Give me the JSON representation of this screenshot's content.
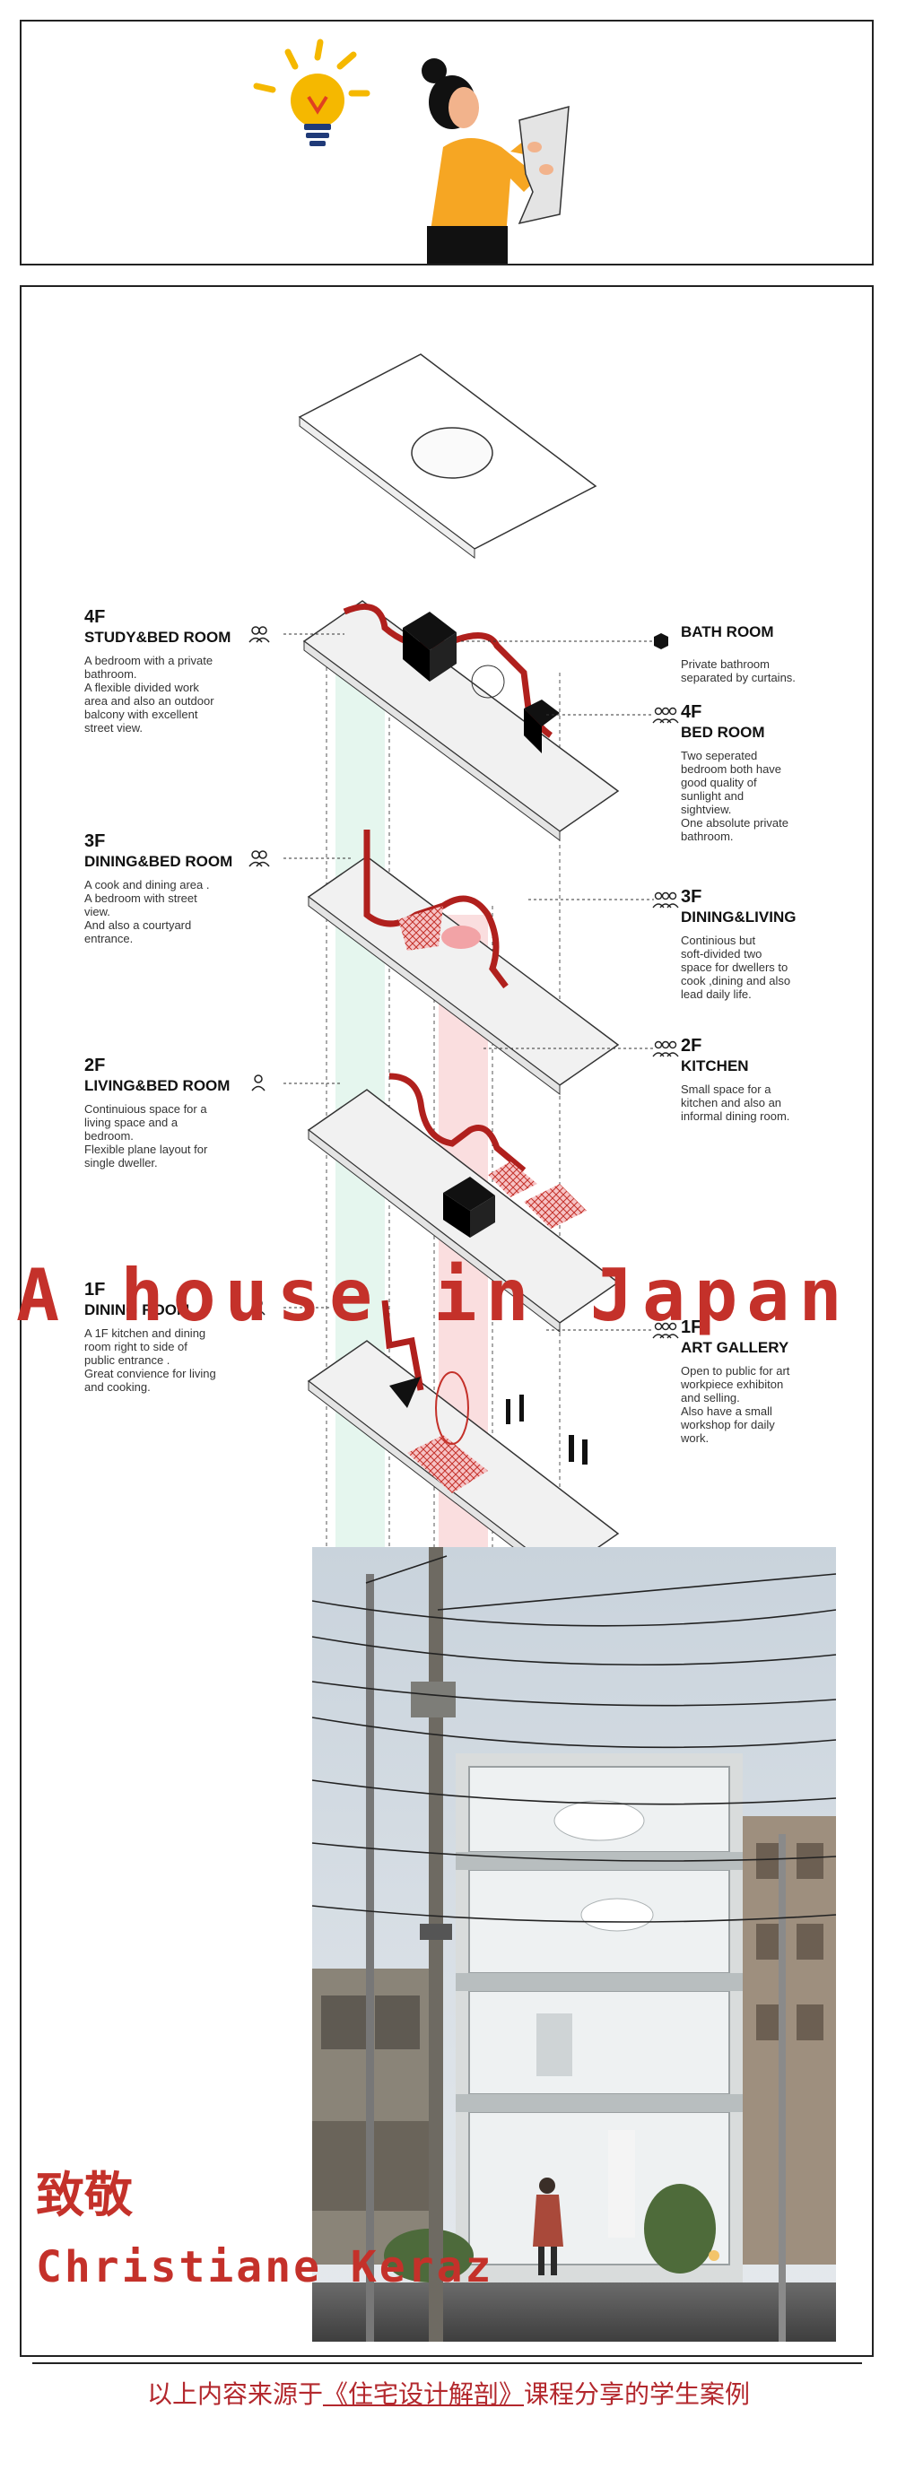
{
  "left_labels": [
    {
      "floor": "4F",
      "room": "STUDY&BED ROOM",
      "desc": "A  bedroom with a private\nbathroom.\nA flexible divided work\narea and also an outdoor\nbalcony with excellent\nstreet view."
    },
    {
      "floor": "3F",
      "room": "DINING&BED ROOM",
      "desc": "A cook and dining area .\nA bedroom with street\nview.\nAnd also a courtyard\nentrance."
    },
    {
      "floor": "2F",
      "room": "LIVING&BED ROOM",
      "desc": "Continuious space for a\nliving space and a\nbedroom.\nFlexible plane layout for\nsingle dweller."
    },
    {
      "floor": "1F",
      "room": "DINING ROOM",
      "desc": "A 1F kitchen and dining\nroom right to side of\npublic entrance .\nGreat convience for living\nand cooking."
    }
  ],
  "right_labels": [
    {
      "floor": "",
      "room": "BATH ROOM",
      "desc": "Private bathroom\nseparated by curtains."
    },
    {
      "floor": "4F",
      "room": "BED ROOM",
      "desc": "Two seperated\nbedroom both have\ngood quality of\nsunlight and\nsightview.\nOne absolute private\nbathroom."
    },
    {
      "floor": "3F",
      "room": "DINING&LIVING",
      "desc": "Continious but\nsoft-divided two\nspace for dwellers to\ncook ,dining and also\nlead daily life."
    },
    {
      "floor": "2F",
      "room": "KITCHEN",
      "desc": "Small space for a\nkitchen and also an\ninformal dining room."
    },
    {
      "floor": "1F",
      "room": "ART GALLERY",
      "desc": "Open to public for art\nworkpiece exhibiton\nand selling.\nAlso have a small\nworkshop for daily\nwork."
    }
  ],
  "title": "A house in Japan",
  "tribute_cn": "致敬",
  "tribute_name": "Christiane Keraz",
  "footer": {
    "prefix": "以上内容来源于",
    "link": "《住宅设计解剖》",
    "suffix": "课程分享的学生案例"
  },
  "colors": {
    "accent": "#c4312a",
    "footer": "#b3282d",
    "slab_red": "#b0201d",
    "hatch_pink": "#f2a3a6",
    "mint": "#cfeee0"
  }
}
